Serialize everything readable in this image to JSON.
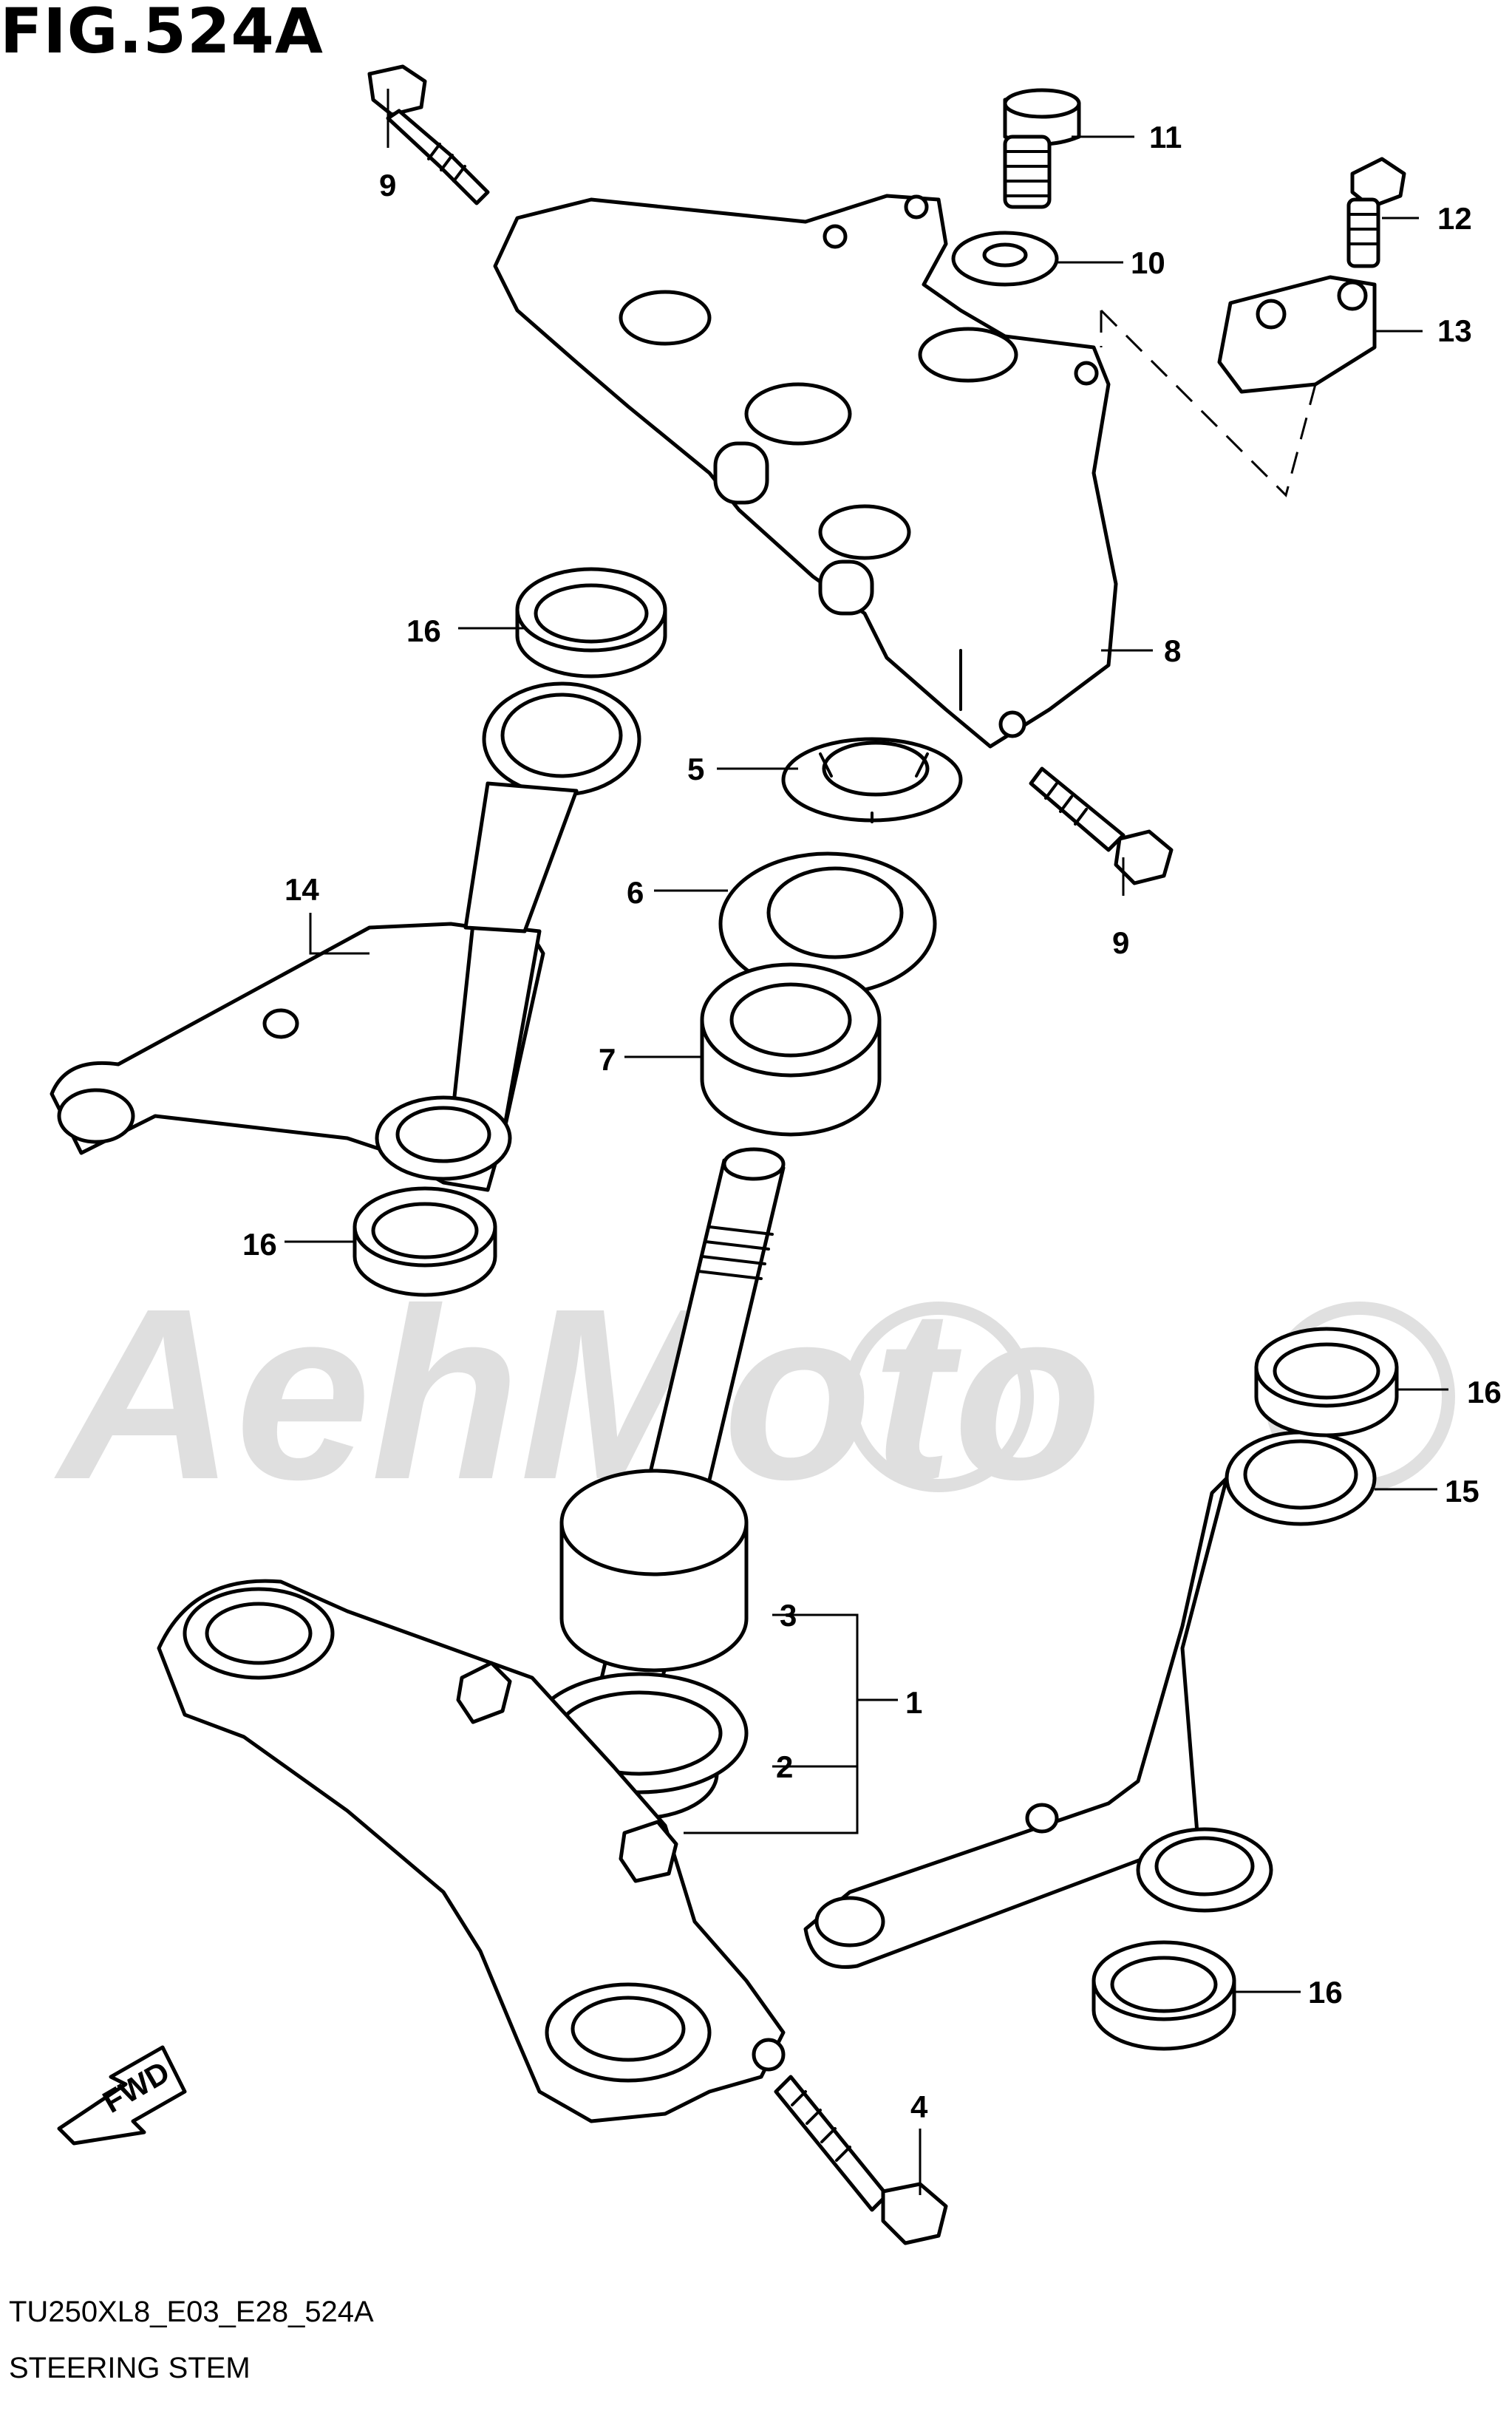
{
  "figure": {
    "title": "FIG.524A",
    "code": "TU250XL8_E03_E28_524A",
    "name": "STEERING STEM",
    "fwd_label": "FWD",
    "watermark": "AehMoto"
  },
  "callouts": {
    "c1": "1",
    "c2": "2",
    "c3": "3",
    "c4": "4",
    "c5": "5",
    "c6": "6",
    "c7": "7",
    "c8": "8",
    "c9a": "9",
    "c9b": "9",
    "c10": "10",
    "c11": "11",
    "c12": "12",
    "c13": "13",
    "c14": "14",
    "c15": "15",
    "c16a": "16",
    "c16b": "16",
    "c16c": "16",
    "c16d": "16"
  }
}
